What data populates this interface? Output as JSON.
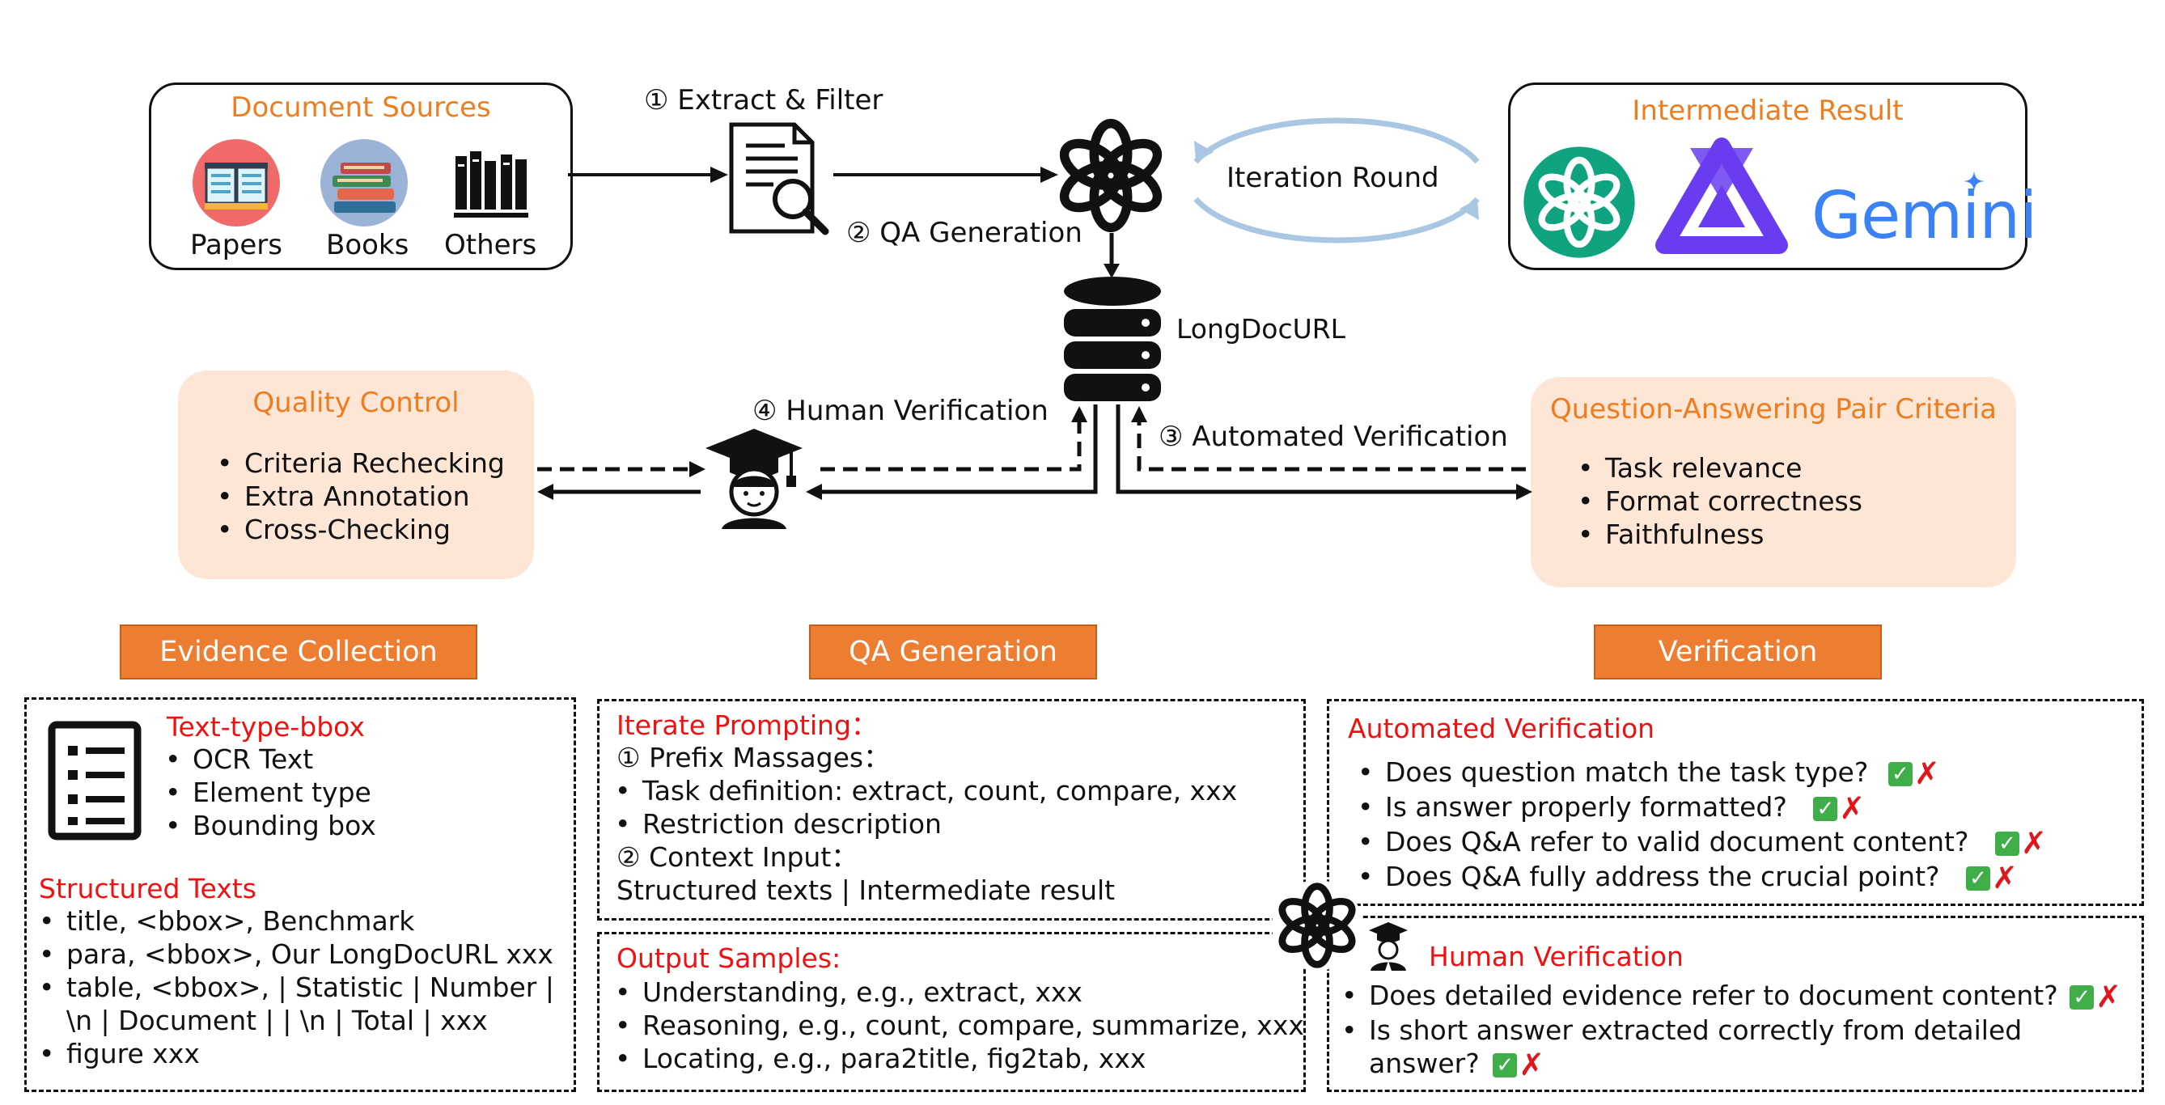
{
  "top": {
    "doc_sources": {
      "title": "Document Sources",
      "items": [
        {
          "label": "Papers",
          "icon": "open-book-icon"
        },
        {
          "label": "Books",
          "icon": "book-stack-icon"
        },
        {
          "label": "Others",
          "icon": "library-shelf-icon"
        }
      ]
    },
    "step1": "① Extract & Filter",
    "step2": "② QA Generation",
    "iteration": "Iteration Round",
    "intermediate": {
      "title": "Intermediate Result",
      "gemini": "Gemini"
    },
    "db_label": "LongDocURL",
    "step3": "③ Automated Verification",
    "step4": "④ Human Verification"
  },
  "quality_control": {
    "title": "Quality Control",
    "items": [
      "Criteria Rechecking",
      "Extra Annotation",
      "Cross-Checking"
    ]
  },
  "qa_criteria": {
    "title": "Question-Answering Pair Criteria",
    "items": [
      "Task relevance",
      "Format correctness",
      "Faithfulness"
    ]
  },
  "sections": {
    "evidence": "Evidence Collection",
    "qa_generation": "QA Generation",
    "verification": "Verification"
  },
  "evidence_panel": {
    "text_type_title": "Text-type-bbox",
    "text_type_items": [
      "OCR Text",
      "Element type",
      "Bounding box"
    ],
    "structured_title": "Structured Texts",
    "structured_items": [
      "title, <bbox>, Benchmark",
      "para, <bbox>, Our LongDocURL xxx",
      "table, <bbox>, | Statistic | Number |",
      "figure xxx"
    ],
    "structured_continuation": "\\n | Document | | \\n | Total | xxx"
  },
  "qa_panel": {
    "iterate_title": "Iterate Prompting：",
    "prefix_title": "① Prefix Massages：",
    "prefix_items": [
      "Task definition: extract, count, compare, xxx",
      "Restriction description"
    ],
    "context_title": "② Context Input：",
    "context_text": "Structured texts | Intermediate result"
  },
  "output_panel": {
    "title": "Output Samples:",
    "items": [
      "Understanding, e.g., extract, xxx",
      "Reasoning, e.g., count, compare, summarize, xxx",
      "Locating, e.g., para2title, fig2tab, xxx"
    ]
  },
  "auto_panel": {
    "title": "Automated Verification",
    "items": [
      "Does question match the task type?",
      "Is answer properly formatted?",
      "Does Q&A refer to valid document content?",
      "Does Q&A fully address the crucial point?"
    ]
  },
  "human_panel": {
    "title": "Human Verification",
    "item1": "Does detailed evidence refer to document content?",
    "item2_line1": "Is short answer extracted correctly from detailed",
    "item2_line2": "answer?"
  },
  "marks": {
    "ok": "✓",
    "x": "✗"
  },
  "colors": {
    "orange": "#ee7d1f",
    "tag_orange": "#ec7d31",
    "soft_panel": "#fde6d6",
    "red_heading": "#ee1111",
    "qwen_purple": "#6a3cf0",
    "gemini_blue": "#3b82f6",
    "openai_green": "#10a37f"
  }
}
